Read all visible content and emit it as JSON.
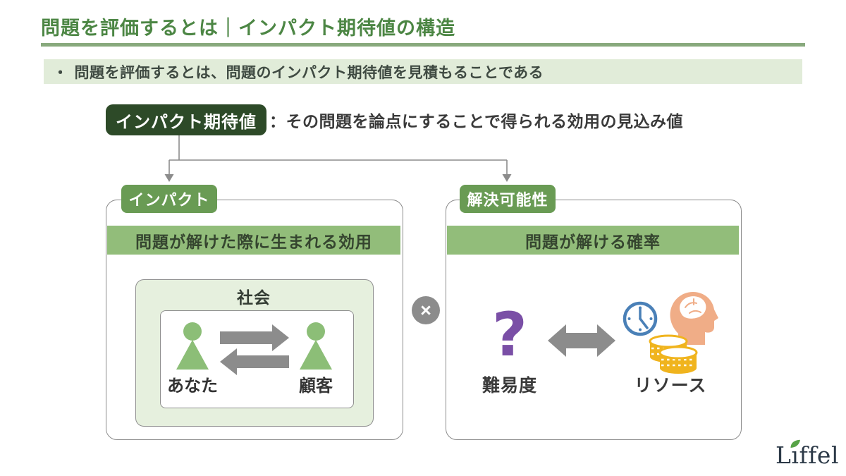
{
  "slide": {
    "title": "問題を評価するとは｜インパクト期待値の構造",
    "key_message": {
      "bullet": "・",
      "text": "問題を評価するとは、問題のインパクト期待値を見積もることである"
    },
    "definition": {
      "term": "インパクト期待値",
      "description": "：その問題を論点にすることで得られる効用の見込み値"
    },
    "operator": "×",
    "left_panel": {
      "tag": "インパクト",
      "header": "問題が解けた際に生まれる効用",
      "outer_label": "社会",
      "actor_left": "あなた",
      "actor_right": "顧客"
    },
    "right_panel": {
      "tag": "解決可能性",
      "header": "問題が解ける確率",
      "question_mark": "?",
      "factor_left": "難易度",
      "factor_right": "リソース"
    },
    "logo": {
      "name": "Liffel",
      "part_l": "L",
      "part_i": "ı",
      "part_rest": "ffel"
    },
    "colors": {
      "title_green": "#4c8644",
      "underline_green": "#88a97d",
      "banner_bg": "#e1ecd9",
      "dark_badge_green": "#2d4a28",
      "tag_green": "#699b54",
      "band_green": "#92bd7a",
      "society_bg": "#e6f0de",
      "person_green": "#8cbe77",
      "arrow_gray": "#8c8c8c",
      "question_purple": "#7a4fa6",
      "clock_blue": "#4a80b7",
      "head_peach": "#f0ad87",
      "coin_gold": "#f0b41e",
      "logo_navy": "#2c3947",
      "leaf_green": "#57a346"
    }
  }
}
